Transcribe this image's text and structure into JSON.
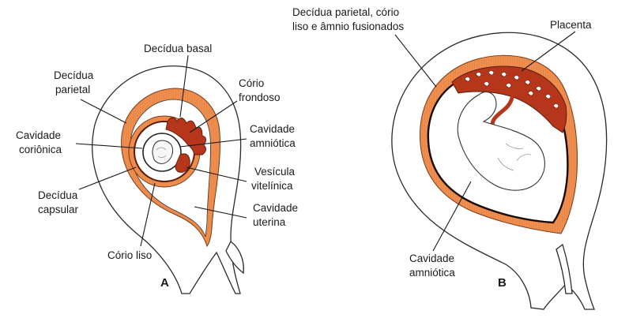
{
  "colors": {
    "decidua": "#ef8f4f",
    "chorion_dark": "#b5361a",
    "chorion_line": "#5c1a0c",
    "wall_stroke": "#2a2a2a",
    "background": "#ffffff"
  },
  "panel_a": {
    "letter": "A",
    "labels": {
      "decidua_basal": "Decídua basal",
      "decidua_parietal_1": "Decídua",
      "decidua_parietal_2": "parietal",
      "corio_frondoso_1": "Cório",
      "corio_frondoso_2": "frondoso",
      "cavidade_corionica_1": "Cavidade",
      "cavidade_corionica_2": "coriônica",
      "cavidade_amniotica_1": "Cavidade",
      "cavidade_amniotica_2": "amniótica",
      "vesicula_1": "Vesícula",
      "vesicula_2": "vitelínica",
      "decidua_capsular_1": "Decídua",
      "decidua_capsular_2": "capsular",
      "cavidade_uterina_1": "Cavidade",
      "cavidade_uterina_2": "uterina",
      "corio_liso": "Cório liso"
    }
  },
  "panel_b": {
    "letter": "B",
    "labels": {
      "fused_1": "Decídua parietal, cório",
      "fused_2": "liso e âmnio fusionados",
      "placenta": "Placenta",
      "cavidade_amniotica_1": "Cavidade",
      "cavidade_amniotica_2": "amniótica"
    }
  }
}
